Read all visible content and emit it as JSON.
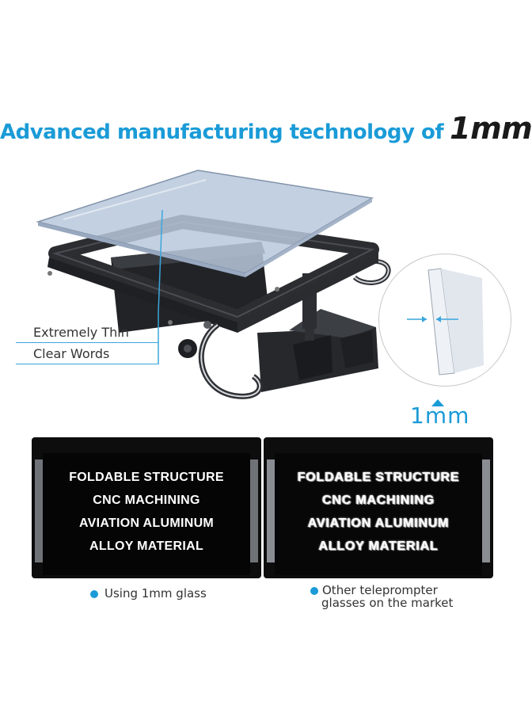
{
  "headline": {
    "text": "Advanced manufacturing technology of",
    "emphasis": "1mm"
  },
  "callouts": [
    {
      "label": "Extremely Thin"
    },
    {
      "label": "Clear Words"
    }
  ],
  "zoom": {
    "size_label": "1mm"
  },
  "comparison": {
    "lines": [
      "FOLDABLE STRUCTURE",
      "CNC MACHINING",
      "AVIATION ALUMINUM",
      "ALLOY MATERIAL"
    ],
    "left_caption": "Using 1mm glass",
    "right_caption_line1": "Other teleprompter",
    "right_caption_line2": "glasses on the market"
  },
  "colors": {
    "accent": "#1a9bd7",
    "headline_emphasis": "#1a1a1a",
    "frame": "#2b2d31",
    "glass": "#b9c8dc"
  }
}
